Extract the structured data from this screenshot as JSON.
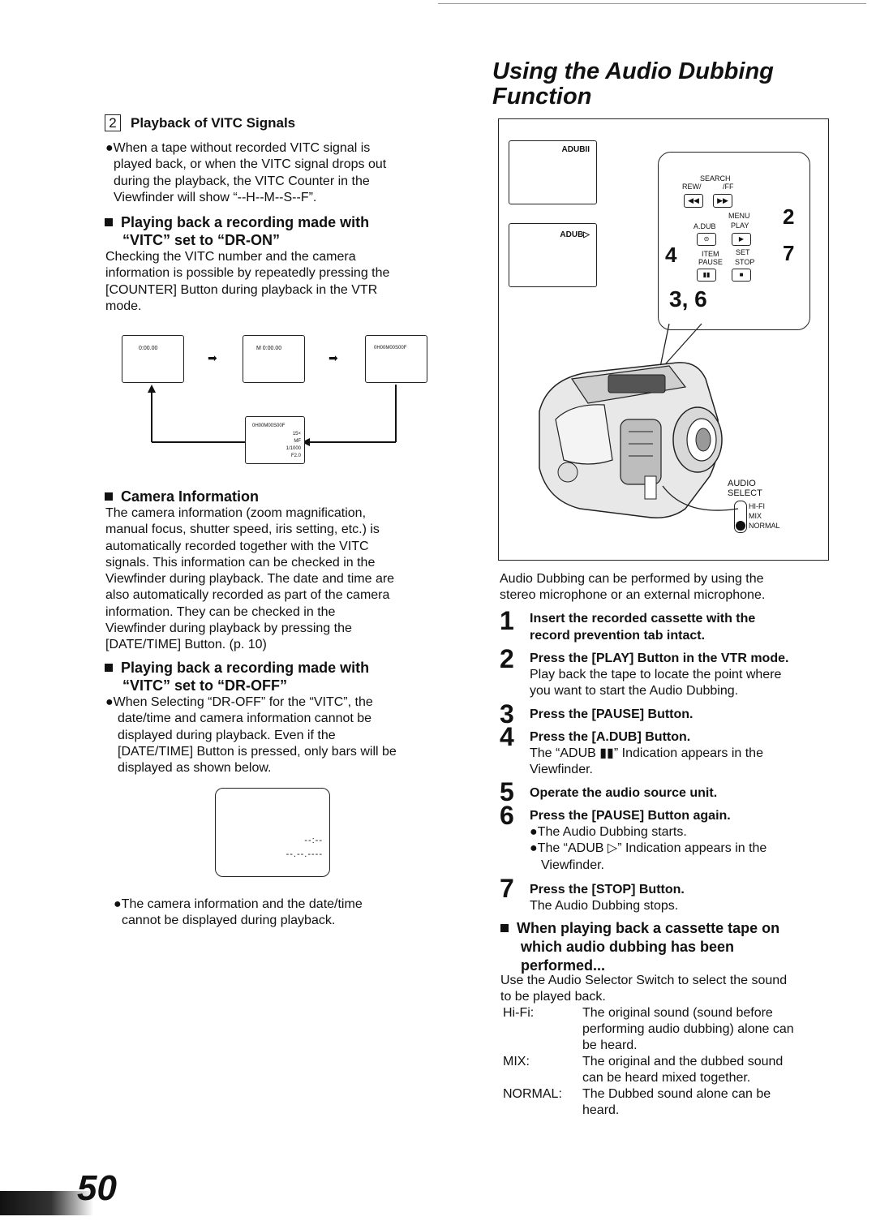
{
  "page_number": "50",
  "right": {
    "title_line1": "Using the Audio Dubbing",
    "title_line2": "Function",
    "intro": [
      "Audio Dubbing can be performed by using the",
      "stereo microphone or an external microphone."
    ],
    "figure": {
      "vf1": "ADUBII",
      "vf2": "ADUB▷",
      "search_label": "SEARCH",
      "rew_label": "REW/",
      "ff_label": "/FF",
      "adub_label": "A.DUB",
      "menu_label": "MENU",
      "play_label": "PLAY",
      "item_label": "ITEM",
      "set_label": "SET",
      "pause_label": "PAUSE",
      "stop_label": "STOP",
      "num_2": "2",
      "num_4": "4",
      "num_7": "7",
      "num_36": "3, 6",
      "audio_label": "AUDIO",
      "select_label": "SELECT",
      "opt_hifi": "HI-FI",
      "opt_mix": "MIX",
      "opt_normal": "NORMAL"
    },
    "steps": [
      {
        "num": "1",
        "title": [
          "Insert the recorded cassette with the",
          "record prevention tab intact."
        ],
        "body": []
      },
      {
        "num": "2",
        "title": [
          "Press the [PLAY] Button in the VTR mode."
        ],
        "body": [
          "Play back the tape to locate the point where",
          "you want to start the Audio Dubbing."
        ]
      },
      {
        "num": "3",
        "title": [
          "Press the [PAUSE] Button."
        ],
        "body": []
      },
      {
        "num": "4",
        "title": [
          "Press the [A.DUB] Button."
        ],
        "body": [
          "The “ADUB ▮▮” Indication appears in the",
          "Viewfinder."
        ]
      },
      {
        "num": "5",
        "title": [
          "Operate the audio source unit."
        ],
        "body": []
      },
      {
        "num": "6",
        "title": [
          "Press the [PAUSE] Button again."
        ],
        "body": [
          "●The Audio Dubbing starts.",
          "●The “ADUB ▷” Indication appears in the",
          "Viewfinder."
        ]
      },
      {
        "num": "7",
        "title": [
          "Press the [STOP] Button."
        ],
        "body": [
          "The Audio Dubbing stops."
        ]
      }
    ],
    "when_heading": [
      "When playing back a cassette tape on",
      "which audio dubbing has been",
      "performed..."
    ],
    "when_body": [
      "Use the Audio Selector Switch to select the sound",
      "to be played back."
    ],
    "defs": [
      {
        "term": "Hi-Fi:",
        "lines": [
          "The original sound (sound before",
          "performing audio dubbing) alone can",
          "be heard."
        ]
      },
      {
        "term": "MIX:",
        "lines": [
          "The original and the dubbed sound",
          "can be heard mixed together."
        ]
      },
      {
        "term": "NORMAL:",
        "lines": [
          "The Dubbed sound alone can be",
          "heard."
        ]
      }
    ]
  },
  "left": {
    "section_num": "2",
    "section_title": "Playback of VITC Signals",
    "section_body": [
      "●When a tape without recorded VITC signal is",
      "played back, or when the VITC signal drops out",
      "during the playback, the VITC Counter in the",
      "Viewfinder will show “--H--M--S--F”."
    ],
    "drOn_heading": [
      "Playing back a recording made with",
      "“VITC” set to “DR-ON”"
    ],
    "drOn_body": [
      "Checking the VITC number and the camera",
      "information is possible by repeatedly pressing the",
      "[COUNTER] Button during playback in the VTR",
      "mode."
    ],
    "vf_boxes": [
      "0:00.00",
      "M 0:00.00",
      "0H00M00S00F"
    ],
    "vf_box4": [
      "0H00M00S00F",
      "15×",
      "MF",
      "1/1000",
      "F2.0"
    ],
    "camera_heading": "Camera Information",
    "camera_body": [
      "The camera information (zoom magnification,",
      "manual focus, shutter speed, iris setting, etc.) is",
      "automatically recorded together with the VITC",
      "signals. This information can be checked in the",
      "Viewfinder during playback. The date and time are",
      "also automatically recorded as part of the camera",
      "information. They can be checked in the",
      "Viewfinder during playback by pressing the",
      "[DATE/TIME] Button. (p. 10)"
    ],
    "drOff_heading": [
      "Playing back a recording made with",
      "“VITC” set to “DR-OFF”"
    ],
    "drOff_body": [
      "●When Selecting “DR-OFF” for the “VITC”, the",
      "date/time and camera information cannot be",
      "displayed during playback. Even if the",
      "[DATE/TIME] Button is pressed, only bars will be",
      "displayed as shown below."
    ],
    "bars_line1": "--:--",
    "bars_line2": "--.--.----",
    "note": [
      "●The camera information and the date/time",
      "cannot be displayed during playback."
    ]
  }
}
